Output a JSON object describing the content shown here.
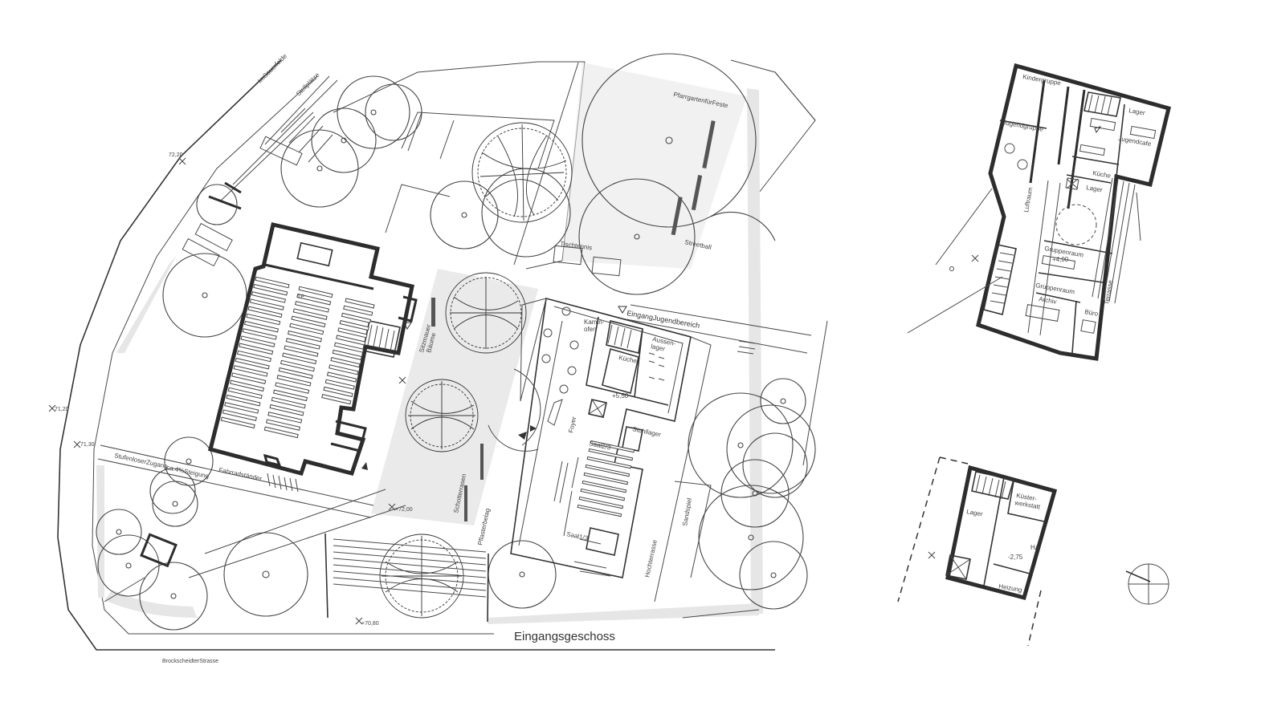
{
  "plan": {
    "title": "Eingangsgeschoss",
    "streets": {
      "main": "BrockscheidterStrasse",
      "side": "ImSauerfelde"
    },
    "labels": {
      "stellplaetze": "Stellplätze",
      "pfarrgarten": "PfarrgartenfürFeste",
      "tischtennis": "Tischtennis",
      "streetball": "Streetball",
      "eingang_jugend": "EingangJugendbereich",
      "sitzmauer": "Sitzmauer",
      "baeume": "Bäume",
      "schotterrasen": "Schotterrasen",
      "pflasterbelag": "Pflasterbelag",
      "zugang_line1": "StufenloserZugang",
      "zugang_line2": "ca.4%Steigung",
      "fahrradstaender": "Fahrradständer",
      "sandspiel": "Sandspiel",
      "hochterrasse": "Hochterrasse",
      "foyer": "Foyer",
      "saal23": "Saal2/3",
      "saal13": "Saal1/3",
      "stuhllager": "Stuhllager",
      "kaminofen_line1": "Kamin-",
      "kaminofen_line2": "ofen",
      "aussenlager_line1": "Aussen-",
      "aussenlager_line2": "lager",
      "kueche_main": "Küche",
      "level_main": "+5,50",
      "church_tag": "TP",
      "kindergruppe": "Kindergruppe",
      "jugendgruppe": "Jugendgruppe",
      "jugendcafe": "Jugendcafe",
      "lager": "Lager",
      "kueche": "Küche",
      "luftraum": "Luftraum",
      "gruppenraum": "Gruppenraum",
      "level_upper": "+4,00",
      "archiv": "Archiv",
      "buero": "Büro",
      "terrasse": "Terrasse",
      "kuesterwerkstatt_line1": "Küster-",
      "kuesterwerkstatt_line2": "werkstatt",
      "ha": "HA",
      "level_lower": "-2,75",
      "heizung": "Heizung"
    },
    "spot_levels": {
      "l7220": "72,20",
      "l7120": "71,20",
      "l7130": "71,30",
      "l7200": "+72,00",
      "l7080": "+70,80"
    }
  }
}
